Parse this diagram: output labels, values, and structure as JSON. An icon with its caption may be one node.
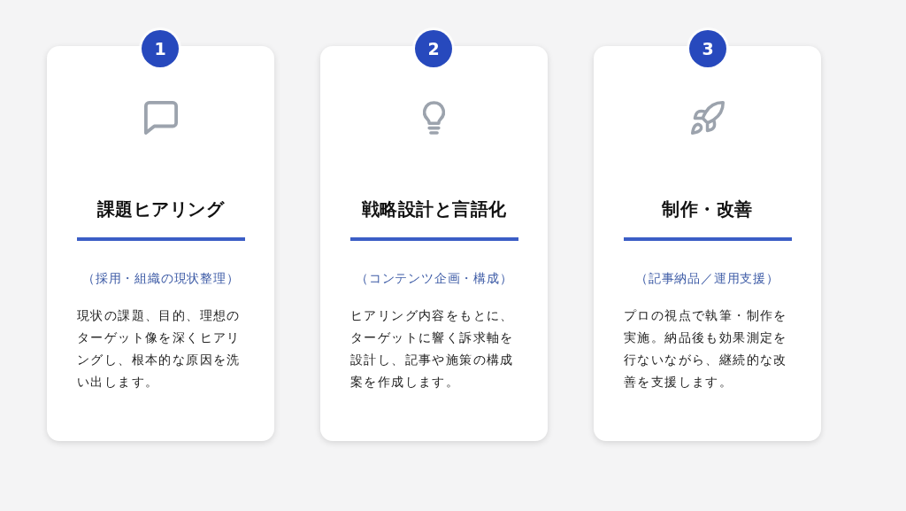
{
  "diagram": {
    "nodes": [
      {
        "text": [
          "1"
        ]
      },
      {
        "text": [
          "課題ヒアリング",
          "（採用・組織の現状整理）",
          "現状の課題、目的、理想のターゲット像を深くヒアリングし、根本的な原因を洗い出します。"
        ]
      },
      {
        "text": [
          "2"
        ]
      },
      {
        "text": [
          "戦略設計と言語化",
          "（コンテンツ企画・構成）",
          "ヒアリング内容をもとに、ターゲットに響く訴求軸を設計し、記事や施策の構成案を作成します。"
        ]
      },
      {
        "text": [
          "3"
        ]
      },
      {
        "text": [
          "制作・改善",
          "（記事納品／運用支援）",
          "プロの視点で執筆・制作を実施。納品後も効果測定を行ないながら、継続的な改善を支援します。"
        ]
      }
    ],
    "edges": []
  }
}
